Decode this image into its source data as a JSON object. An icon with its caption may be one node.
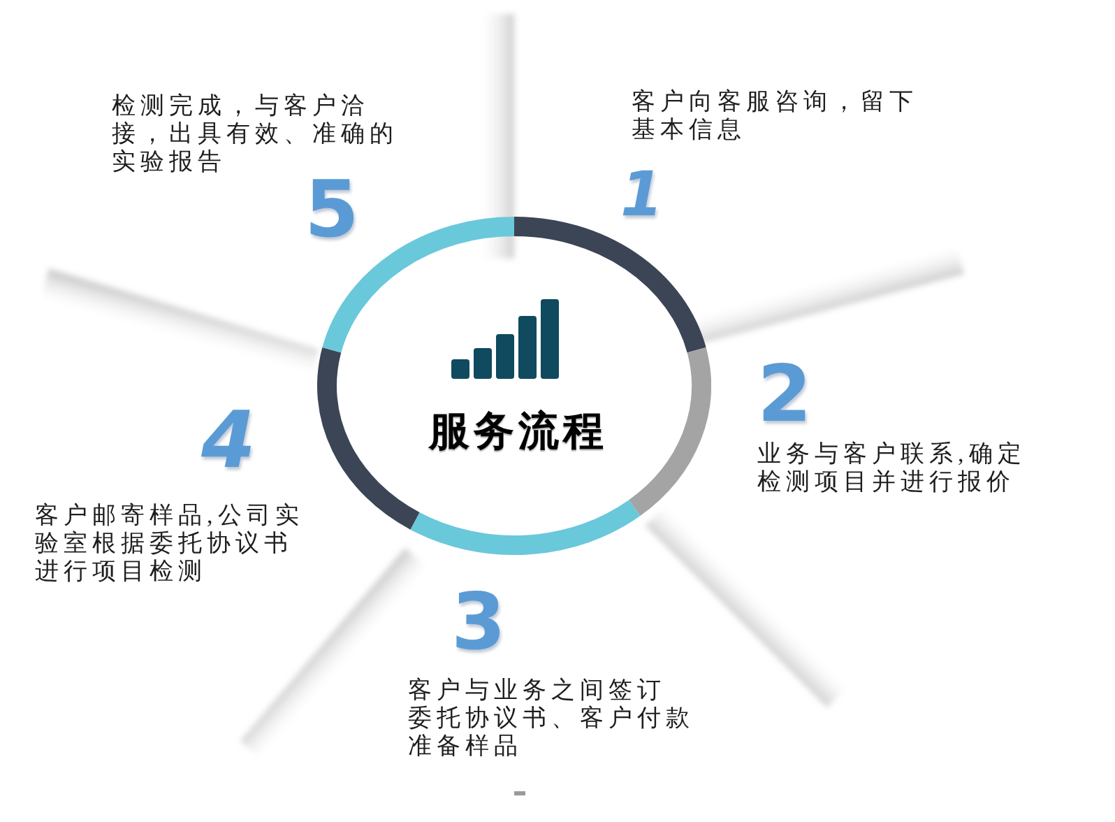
{
  "diagram": {
    "nodes": [
      {
        "text": [
          "服务流程"
        ]
      }
    ],
    "labels": [
      "1",
      "客户向客服咨询，留下基本信息",
      "2",
      "业务与客户联系,确定检测项目并进行报价",
      "3",
      "客户与业务之间签订委托协议书、客户付款准备样品",
      "4",
      "客户邮寄样品,公司实验室根据委托协议书进行项目检测",
      "5",
      "检测完成，与客户洽接，出具有效、准确的实验报告"
    ]
  }
}
